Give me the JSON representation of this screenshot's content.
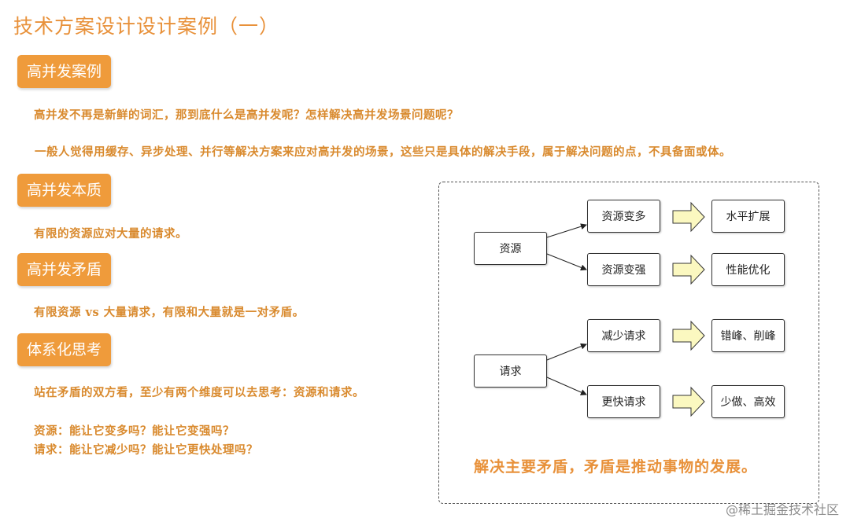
{
  "title": "技术方案设计设计案例（一）",
  "sections": {
    "high_concurrency_case": {
      "label": "高并发案例",
      "lines": [
        "高并发不再是新鲜的词汇，那到底什么是高并发呢？怎样解决高并发场景问题呢？",
        "一般人觉得用缓存、异步处理、并行等解决方案来应对高并发的场景，这些只是具体的解决手段，属于解决问题的点，不具备面或体。"
      ]
    },
    "essence": {
      "label": "高并发本质",
      "lines": [
        "有限的资源应对大量的请求。"
      ]
    },
    "contradiction": {
      "label": "高并发矛盾",
      "lines": [
        "有限资源 vs 大量请求，有限和大量就是一对矛盾。"
      ]
    },
    "systemic_thinking": {
      "label": "体系化思考",
      "lines": [
        "站在矛盾的双方看，至少有两个维度可以去思考：资源和请求。",
        "资源：能让它变多吗？能让它变强吗？",
        "请求：能让它减少吗？能让它更快处理吗？"
      ]
    }
  },
  "diagram": {
    "resource_node": "资源",
    "request_node": "请求",
    "branches": [
      {
        "from": "资源",
        "action": "资源变多",
        "result": "水平扩展"
      },
      {
        "from": "资源",
        "action": "资源变强",
        "result": "性能优化"
      },
      {
        "from": "请求",
        "action": "减少请求",
        "result": "错峰、削峰"
      },
      {
        "from": "请求",
        "action": "更快请求",
        "result": "少做、高效"
      }
    ],
    "conclusion": "解决主要矛盾，矛盾是推动事物的发展。"
  },
  "watermark": "@稀土掘金技术社区",
  "colors": {
    "accent": "#ef9b3b",
    "text_accent": "#d98a2e",
    "block_arrow_fill": "#fbf8c0"
  }
}
